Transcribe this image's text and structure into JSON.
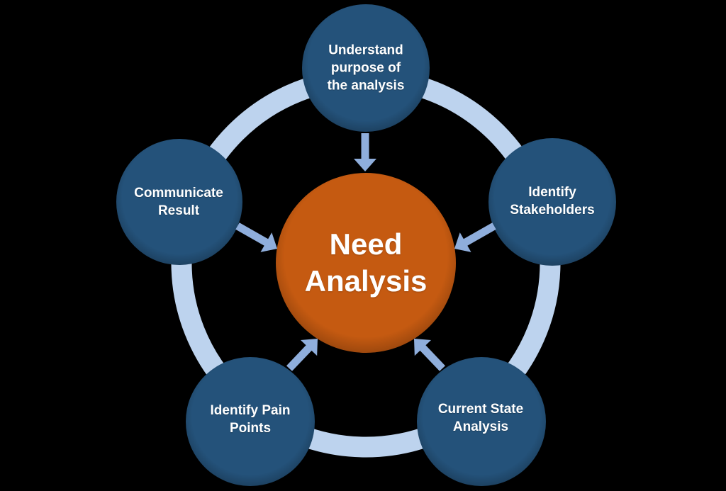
{
  "diagram": {
    "center": {
      "label": "Need\nAnalysis"
    },
    "nodes": [
      {
        "id": "understand-purpose",
        "label": "Understand\npurpose of\nthe analysis"
      },
      {
        "id": "identify-stakeholders",
        "label": "Identify\nStakeholders"
      },
      {
        "id": "current-state-analysis",
        "label": "Current State\nAnalysis"
      },
      {
        "id": "identify-pain-points",
        "label": "Identify Pain\nPoints"
      },
      {
        "id": "communicate-result",
        "label": "Communicate\nResult"
      }
    ],
    "colors": {
      "background": "#000000",
      "node_fill": "#24527A",
      "center_fill": "#C55A11",
      "ring": "#BDD3EE",
      "arrow": "#8FAEDC",
      "text": "#FFFFFF"
    }
  }
}
